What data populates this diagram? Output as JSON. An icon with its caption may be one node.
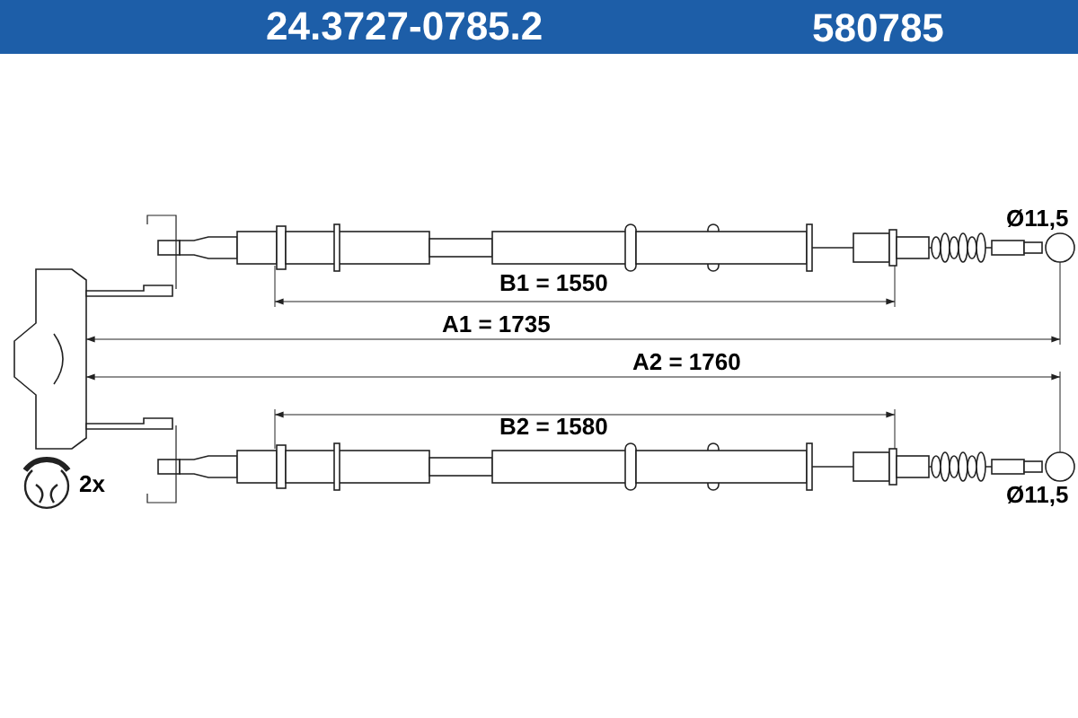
{
  "diagram": {
    "title": "24.3727-0785.2",
    "labels": [
      "580785",
      "Ø11,5",
      "B1 = 1550",
      "A1 = 1735",
      "A2 = 1760",
      "B2 = 1580",
      "Ø11,5",
      "2x"
    ]
  }
}
